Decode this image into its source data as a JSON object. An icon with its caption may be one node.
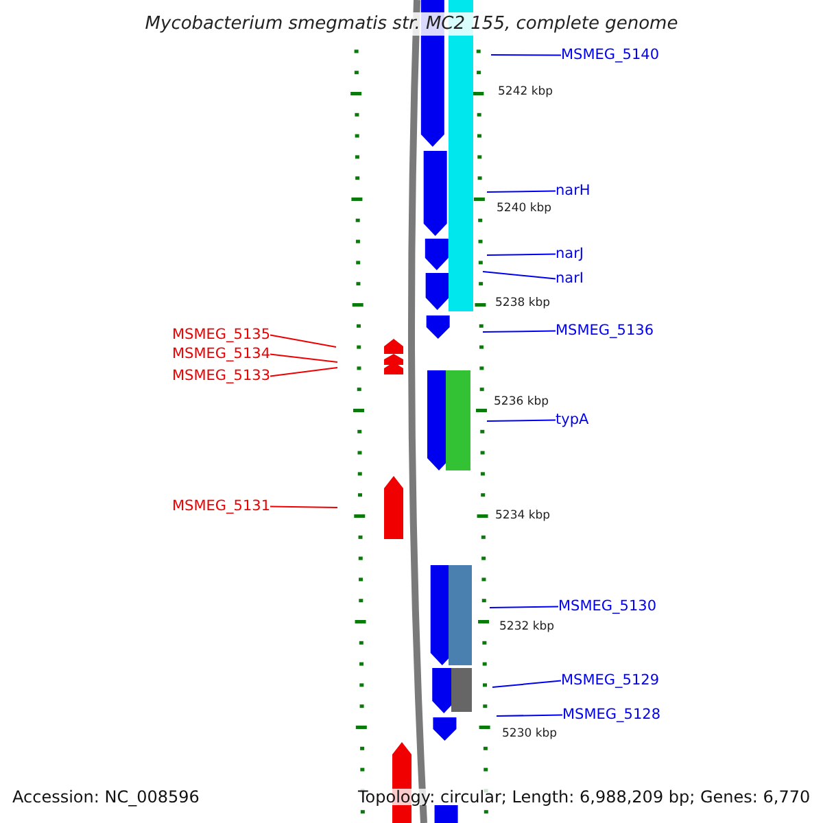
{
  "diagram": {
    "title": "Mycobacterium smegmatis str. MC2 155, complete genome",
    "nodes": [
      {
        "text": [
          "MSMEG_5140"
        ]
      },
      {
        "text": [
          "narH"
        ]
      },
      {
        "text": [
          "narJ"
        ]
      },
      {
        "text": [
          "narI"
        ]
      },
      {
        "text": [
          "MSMEG_5136"
        ]
      },
      {
        "text": [
          "MSMEG_5135"
        ]
      },
      {
        "text": [
          "MSMEG_5134"
        ]
      },
      {
        "text": [
          "MSMEG_5133"
        ]
      },
      {
        "text": [
          "typA"
        ]
      },
      {
        "text": [
          "MSMEG_5131"
        ]
      },
      {
        "text": [
          "MSMEG_5130"
        ]
      },
      {
        "text": [
          "MSMEG_5129"
        ]
      },
      {
        "text": [
          "MSMEG_5128"
        ]
      }
    ],
    "edges": [
      {
        "from": 0,
        "to": null,
        "arrow": "none"
      },
      {
        "from": 1,
        "to": null,
        "arrow": "none"
      },
      {
        "from": 2,
        "to": null,
        "arrow": "none"
      },
      {
        "from": 3,
        "to": null,
        "arrow": "none"
      },
      {
        "from": 4,
        "to": null,
        "arrow": "none"
      },
      {
        "from": 5,
        "to": null,
        "arrow": "none",
        "color": "#ee0000"
      },
      {
        "from": 6,
        "to": null,
        "arrow": "none",
        "color": "#ee0000"
      },
      {
        "from": 7,
        "to": null,
        "arrow": "none",
        "color": "#ee0000"
      },
      {
        "from": 8,
        "to": null,
        "arrow": "none"
      },
      {
        "from": 9,
        "to": null,
        "arrow": "none",
        "color": "#ee0000"
      },
      {
        "from": 10,
        "to": null,
        "arrow": "none"
      },
      {
        "from": 11,
        "to": null,
        "arrow": "none"
      },
      {
        "from": 12,
        "to": null,
        "arrow": "none"
      }
    ],
    "labels": [
      "5242 kbp",
      "5240 kbp",
      "5238 kbp",
      "5236 kbp",
      "5234 kbp",
      "5232 kbp",
      "5230 kbp",
      "Accession: NC_008596",
      "Topology: circular; Length: 6,988,209 bp; Genes: 6,770"
    ]
  }
}
